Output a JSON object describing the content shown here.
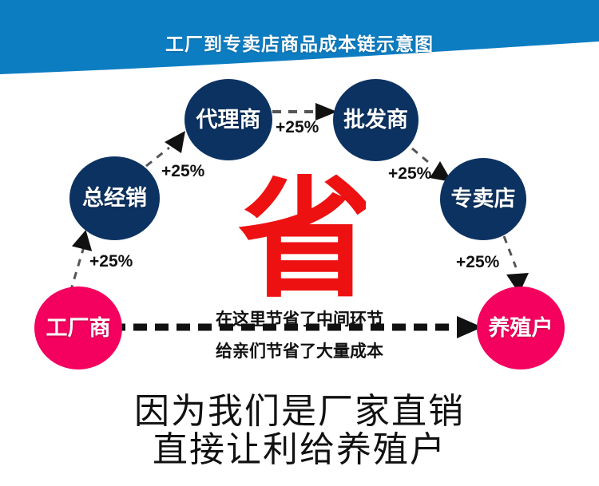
{
  "header": {
    "title": "工厂到专卖店商品成本链示意图",
    "banner_color": "#0d7dc2",
    "title_color": "#ffffff"
  },
  "diagram": {
    "colors": {
      "navy": "#0c3262",
      "pink": "#f4005e",
      "red": "#ee1111",
      "arrow": "#111111"
    },
    "nodes": [
      {
        "id": "factory",
        "label": "工厂商",
        "type": "pink"
      },
      {
        "id": "distributor",
        "label": "总经销",
        "type": "navy"
      },
      {
        "id": "agent",
        "label": "代理商",
        "type": "navy"
      },
      {
        "id": "wholesaler",
        "label": "批发商",
        "type": "navy"
      },
      {
        "id": "store",
        "label": "专卖店",
        "type": "navy"
      },
      {
        "id": "farmer",
        "label": "养殖户",
        "type": "pink"
      }
    ],
    "markups": [
      {
        "id": "pct-1",
        "value": "+25%",
        "from": "工厂商",
        "to": "总经销"
      },
      {
        "id": "pct-2",
        "value": "+25%",
        "from": "总经销",
        "to": "代理商"
      },
      {
        "id": "pct-3",
        "value": "+25%",
        "from": "代理商",
        "to": "批发商"
      },
      {
        "id": "pct-4",
        "value": "+25%",
        "from": "批发商",
        "to": "专卖店"
      },
      {
        "id": "pct-5",
        "value": "+25%",
        "from": "专卖店",
        "to": "养殖户"
      }
    ],
    "center_char": "省",
    "center_lines": [
      "在这里节省了中间环节",
      "给亲们节省了大量成本"
    ]
  },
  "footer": {
    "line1": "因为我们是厂家直销",
    "line2": "直接让利给养殖户"
  },
  "icons": {
    "arrow_head": "arrow-head-icon",
    "dashed_connector": "dashed-connector-icon",
    "direct_channel": "direct-channel-arrow-icon"
  }
}
